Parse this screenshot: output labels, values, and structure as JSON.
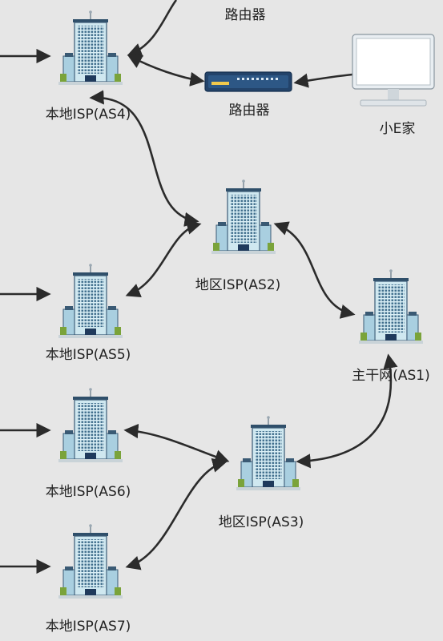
{
  "nodes": {
    "isp4": {
      "label": "本地ISP(AS4)",
      "kind": "building-icon"
    },
    "isp5": {
      "label": "本地ISP(AS5)",
      "kind": "building-icon"
    },
    "isp6": {
      "label": "本地ISP(AS6)",
      "kind": "building-icon"
    },
    "isp7": {
      "label": "本地ISP(AS7)",
      "kind": "building-icon"
    },
    "as2": {
      "label": "地区ISP(AS2)",
      "kind": "building-icon"
    },
    "as3": {
      "label": "地区ISP(AS3)",
      "kind": "building-icon"
    },
    "as1": {
      "label": "主干网(AS1)",
      "kind": "building-icon"
    },
    "router": {
      "label": "路由器",
      "kind": "router-icon"
    },
    "router_top": {
      "label": "路由器",
      "kind": "router-icon"
    },
    "home": {
      "label": "小E家",
      "kind": "monitor-icon"
    }
  },
  "colors": {
    "background": "#e6e6e6",
    "arrow": "#2b2b2b",
    "building_glass": "#b9dde8",
    "building_frame": "#3a5a74",
    "tree": "#7aa33a",
    "router_body": "#1f3a5c"
  }
}
